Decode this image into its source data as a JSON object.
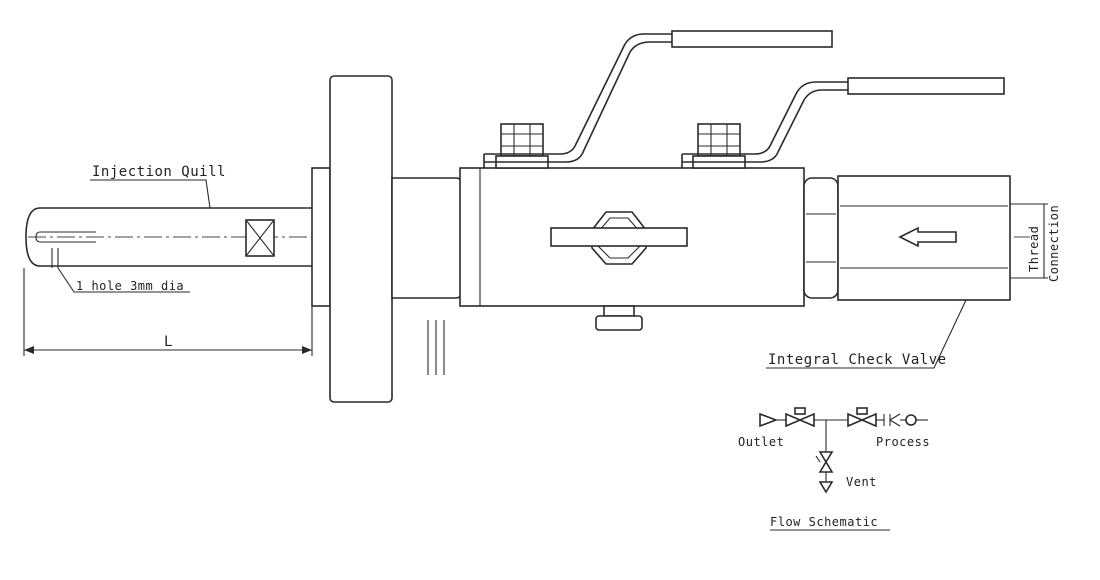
{
  "labels": {
    "injection_quill": "Injection Quill",
    "hole": "1 hole 3mm dia",
    "length": "L",
    "integral_check_valve": "Integral Check Valve",
    "thread_connection_1": "Thread",
    "thread_connection_2": "Connection"
  },
  "schematic": {
    "outlet": "Outlet",
    "process": "Process",
    "vent": "Vent",
    "title": "Flow Schematic"
  }
}
